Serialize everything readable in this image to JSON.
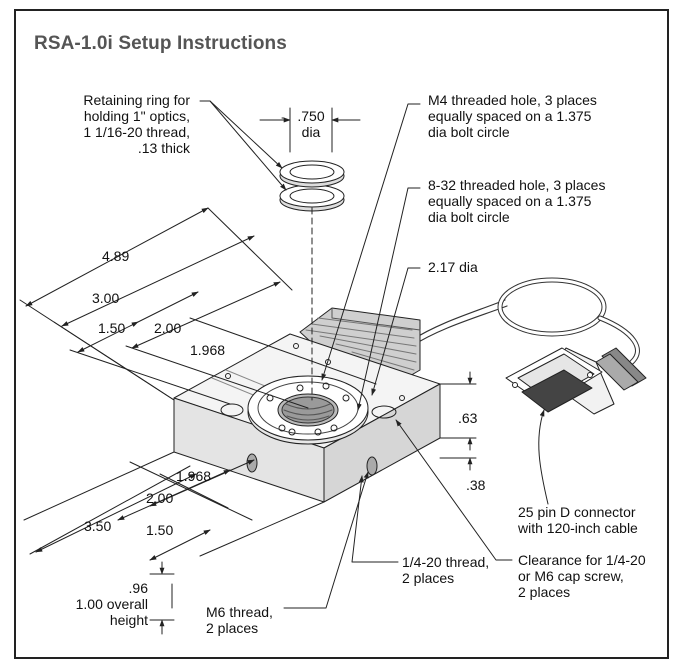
{
  "title": "RSA-1.0i Setup Instructions",
  "labels": {
    "retaining_ring": [
      "Retaining ring for",
      "holding 1\" optics,",
      "1 1/16-20 thread,",
      ".13 thick"
    ],
    "dia750": [
      ".750",
      "dia"
    ],
    "m4_hole": [
      "M4 threaded hole, 3 places",
      "equally spaced on a 1.375",
      "dia bolt circle"
    ],
    "hole_832": [
      "8-32 threaded hole, 3 places",
      "equally spaced on a 1.375",
      "dia bolt circle"
    ],
    "dia217": "2.17 dia",
    "dim_489": "4.89",
    "dim_300": "3.00",
    "dim_150_top": "1.50",
    "dim_200_top": "2.00",
    "dim_1968_top": "1.968",
    "dim_063": ".63",
    "dim_038": ".38",
    "dim_1968_bot": "1.968",
    "dim_200_bot": "2.00",
    "dim_350": "3.50",
    "dim_150_bot": "1.50",
    "height": [
      ".96",
      "1.00 overall",
      "height"
    ],
    "thread_1420": [
      "1/4-20 thread,",
      "2 places"
    ],
    "m6_thread": [
      "M6 thread,",
      "2 places"
    ],
    "clearance": [
      "Clearance for 1/4-20",
      "or M6 cap screw,",
      "2 places"
    ],
    "connector": [
      "25 pin D connector",
      "with 120-inch cable"
    ]
  }
}
